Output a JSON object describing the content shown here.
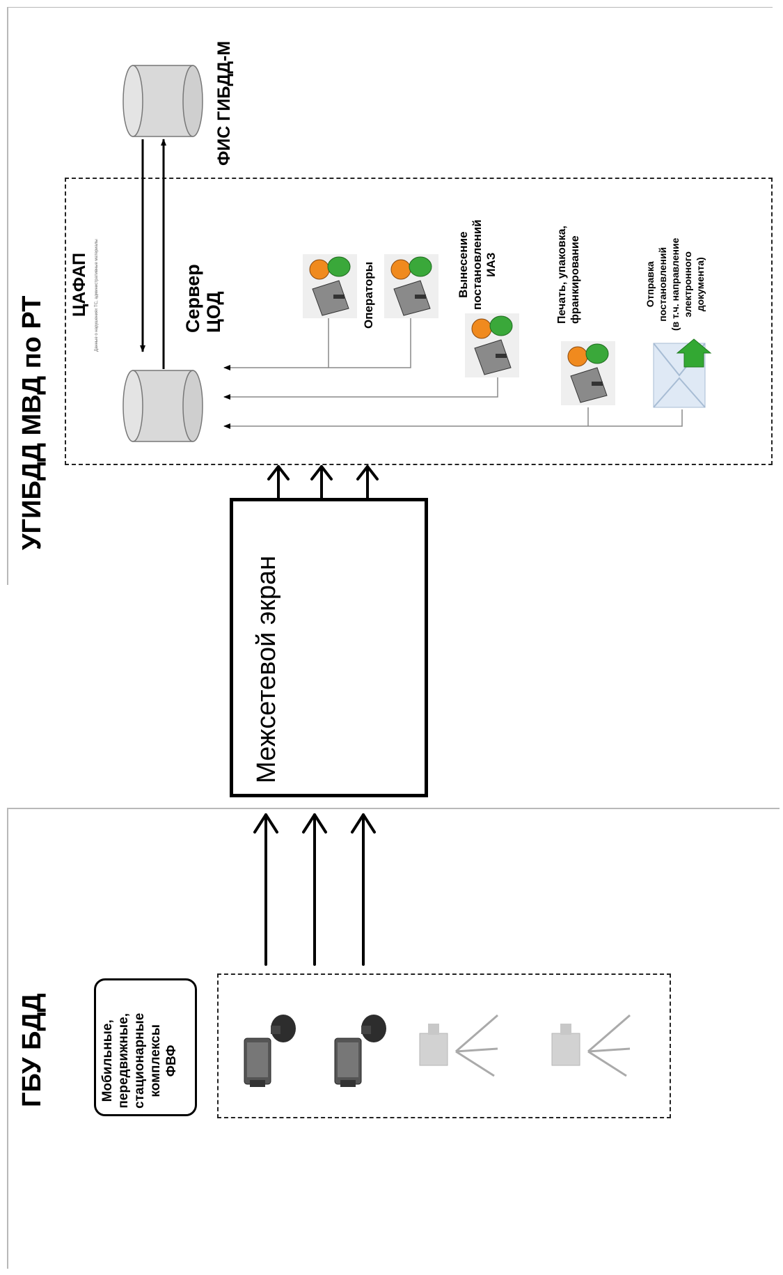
{
  "regions": {
    "ugibdd": "УГИБДД МВД по РТ",
    "gbu": "ГБУ БДД"
  },
  "fis": {
    "label": "ФИС ГИБДД-М"
  },
  "cafap": {
    "label": "ЦАФАП",
    "note": "Данные о нарушениях ТС, административные материалы",
    "server": [
      "Сервер",
      "ЦОД"
    ],
    "operators": "Операторы",
    "iaz": [
      "Вынесение",
      "постановлений",
      "ИАЗ"
    ],
    "print": [
      "Печать, упаковка,",
      "франкирование"
    ],
    "send": [
      "Отправка",
      "постановлений",
      "(в т.ч. направление",
      "электронного",
      "документа)"
    ]
  },
  "firewall": {
    "label": "Межсетевой экран"
  },
  "devices": {
    "label": [
      "Мобильные,",
      "передвижные,",
      "стационарные",
      "комплексы",
      "ФВФ"
    ]
  },
  "icons": [
    "database-icon",
    "database-icon",
    "operator-workstation-icon",
    "envelope-upload-icon",
    "speed-camera-icon",
    "tripod-camera-icon"
  ],
  "colors": {
    "line": "#000000",
    "thin_line": "#888888",
    "divider": "#b8b8b8"
  }
}
